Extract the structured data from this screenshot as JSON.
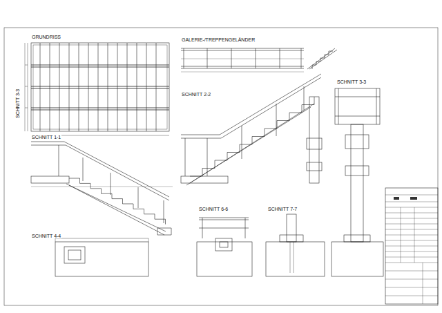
{
  "diagram": {
    "labels": [
      "GRUNDRISS",
      "GALERIE-/TREPPENGELÄNDER",
      "SCHNITT 1-1",
      "SCHNITT 2-2",
      "SCHNITT 3-3",
      "SCHNITT 3-3",
      "SCHNITT 4-4",
      "SCHNITT 6-6",
      "SCHNITT 7-7"
    ]
  }
}
